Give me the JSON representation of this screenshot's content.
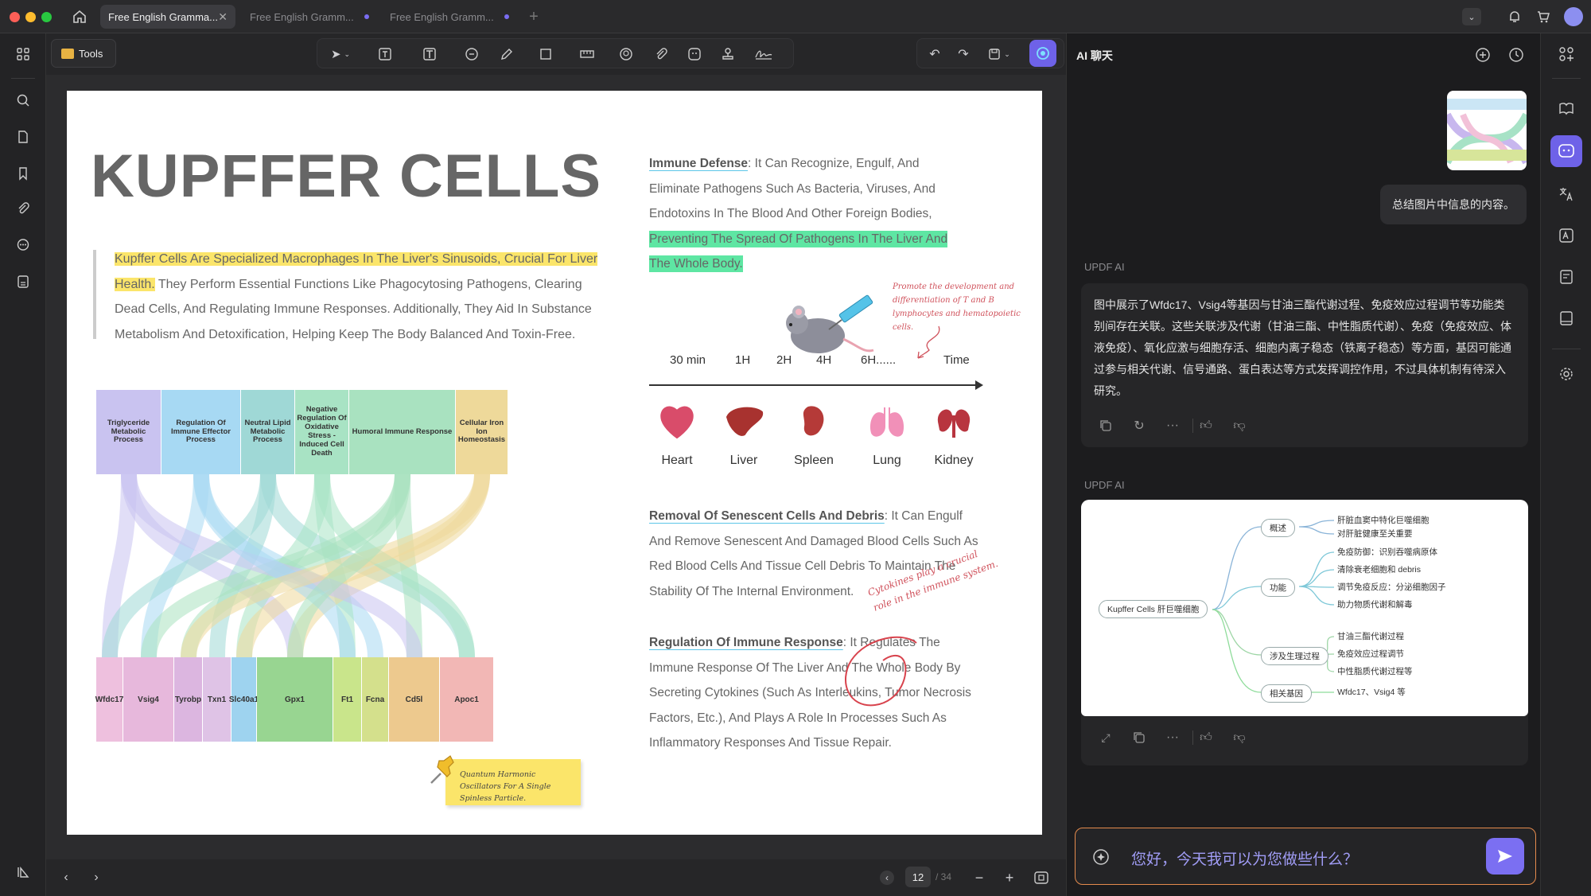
{
  "tabs": [
    {
      "label": "Free English Gramma..."
    },
    {
      "label": "Free English Gramm..."
    },
    {
      "label": "Free English Gramm..."
    }
  ],
  "toolbar": {
    "tools_label": "Tools"
  },
  "doc": {
    "title": "KUPFFER CELLS",
    "intro_hl": "Kupffer Cells Are Specialized Macrophages In The Liver's Sinusoids, Crucial For Liver Health.",
    "intro_rest": "They Perform Essential Functions Like Phagocytosing Pathogens, Clearing Dead Cells, And Regulating Immune Responses. Additionally, They Aid In Substance Metabolism And Detoxification, Helping Keep The Body Balanced And Toxin-Free.",
    "categories": [
      "Triglyceride Metabolic Process",
      "Regulation Of Immune Effector Process",
      "Neutral Lipid Metabolic Process",
      "Negative Regulation Of Oxidative Stress - Induced Cell Death",
      "Humoral Immune Response",
      "Cellular Iron Ion Homeostasis"
    ],
    "category_colors": [
      "#c9c3f0",
      "#a7d9f3",
      "#9fd8d6",
      "#a8e3c4",
      "#a9e2c0",
      "#eed99a"
    ],
    "genes": [
      "Wfdc17",
      "Vsig4",
      "Tyrobp",
      "Txn1",
      "Slc40a1",
      "Gpx1",
      "Ft1",
      "Fcna",
      "Cd5l",
      "Apoc1"
    ],
    "gene_colors": [
      "#eec0de",
      "#e7b8dc",
      "#dcb6e0",
      "#dfc3e6",
      "#9ed3ef",
      "#98d591",
      "#c9e58b",
      "#d4e08c",
      "#edc98e",
      "#f2b7b5"
    ],
    "sticky_note": "Quantum Harmonic Oscillators For A Single Spinless Particle.",
    "sec1_heading": "Immune Defense",
    "sec1_text": ": It Can Recognize, Engulf, And Eliminate Pathogens Such As Bacteria, Viruses, And Endotoxins In The Blood And Other Foreign Bodies,",
    "sec1_hl": "Preventing The Spread Of Pathogens In The Liver And The Whole Body.",
    "mouse_note": "Promote the development and differentiation of T and B lymphocytes and hematopoietic cells.",
    "timeline": [
      "30 min",
      "1H",
      "2H",
      "4H",
      "6H......",
      "Time"
    ],
    "organs": [
      "Heart",
      "Liver",
      "Spleen",
      "Lung",
      "Kidney"
    ],
    "sec2_heading": "Removal Of Senescent Cells And Debris",
    "sec2_text": ": It Can Engulf And Remove Senescent And Damaged Blood Cells Such As Red Blood Cells And Tissue Cell Debris To Maintain The Stability Of The Internal Environment.",
    "cytokine_note": "Cytokines play a crucial role in the immune system.",
    "sec3_heading": "Regulation Of Immune Response",
    "sec3_text": ": It Regulates The Immune Response Of The Liver And The Whole Body By Secreting Cytokines (Such As Interleukins, Tumor Necrosis Factors, Etc.), And Plays A Role In Processes Such As Inflammatory Responses And Tissue Repair."
  },
  "pager": {
    "current": "12",
    "total": "/ 34"
  },
  "chat": {
    "title": "AI 聊天",
    "user_msg": "总结图片中信息的内容。",
    "ai_label_1": "UPDF AI",
    "ai_text": "图中展示了Wfdc17、Vsig4等基因与甘油三酯代谢过程、免疫效应过程调节等功能类别间存在关联。这些关联涉及代谢（甘油三酯、中性脂质代谢）、免疫（免疫效应、体液免疫）、氧化应激与细胞存活、细胞内离子稳态（铁离子稳态）等方面，基因可能通过参与相关代谢、信号通路、蛋白表达等方式发挥调控作用，不过具体机制有待深入研究。",
    "ai_label_2": "UPDF AI",
    "mindmap": {
      "root": "Kupffer Cells 肝巨噬细胞",
      "branches": [
        {
          "label": "概述",
          "leaves": [
            "肝脏血窦中特化巨噬细胞",
            "对肝脏健康至关重要"
          ]
        },
        {
          "label": "功能",
          "leaves": [
            "免疫防御：识别吞噬病原体",
            "清除衰老细胞和 debris",
            "调节免疫反应：分泌细胞因子",
            "助力物质代谢和解毒"
          ]
        },
        {
          "label": "涉及生理过程",
          "leaves": [
            "甘油三酯代谢过程",
            "免疫效应过程调节",
            "中性脂质代谢过程等"
          ]
        },
        {
          "label": "相关基因",
          "leaves": [
            "Wfdc17、Vsig4 等"
          ]
        }
      ]
    },
    "input_placeholder": "您好，今天我可以为您做些什么？"
  }
}
